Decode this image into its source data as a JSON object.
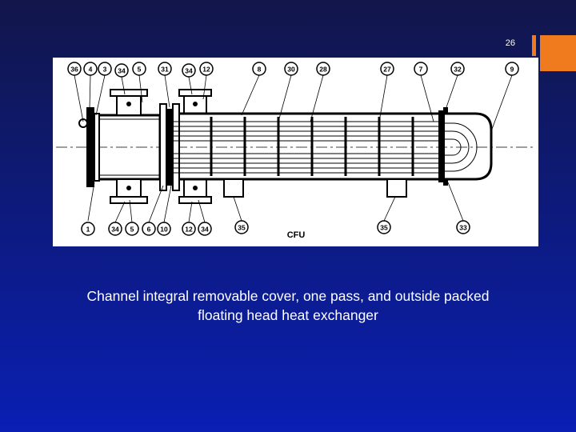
{
  "slide_number": "26",
  "colors": {
    "accent": "#f07a1e",
    "background_top": "#12164a",
    "background_bottom": "#0a1fb4"
  },
  "diagram": {
    "drawing_code": "CFU",
    "top_callouts": [
      "36",
      "4",
      "3",
      "34",
      "5",
      "31",
      "34",
      "12",
      "8",
      "30",
      "28",
      "27",
      "7",
      "32",
      "9"
    ],
    "bottom_callouts": [
      "1",
      "34",
      "5",
      "6",
      "10",
      "12",
      "34",
      "35",
      "35",
      "33"
    ]
  },
  "caption": {
    "line1": "Channel integral removable cover, one pass, and outside packed",
    "line2": "floating head heat exchanger"
  }
}
